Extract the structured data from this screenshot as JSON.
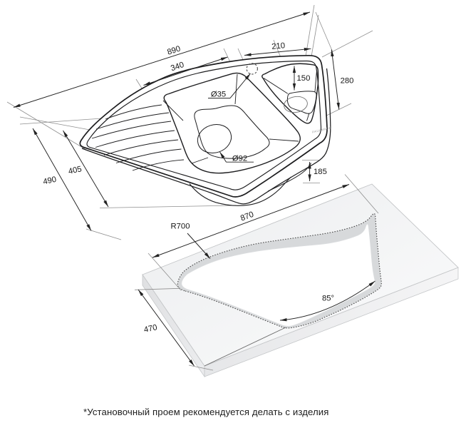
{
  "page": {
    "type": "technical-drawing",
    "background": "#ffffff",
    "footnote": "*Установочный проем рекомендуется делать с изделия"
  },
  "colors": {
    "line": "#1d1d1f",
    "dimension": "#2b2b2b",
    "faint_line": "#9a9a9a",
    "slab_top": "#f2f3f4",
    "slab_side_left": "#e1e2e4",
    "slab_side_right": "#ebecee",
    "cutout_band": "#d7d9db"
  },
  "sink_view": {
    "name": "corner sink perspective view",
    "brand": "PAULMARK",
    "dims": {
      "overall_width": "890",
      "drainboard_width": "340",
      "right_section_width": "210",
      "small_bowl_width": "150",
      "right_edge_depth": "280",
      "overall_depth": "490",
      "inner_depth": "405",
      "bowl_height": "185",
      "tap_hole_diameter": "Ø35",
      "drain_diameter": "Ø92"
    }
  },
  "cutout_view": {
    "name": "countertop installation cutout view",
    "dims": {
      "cutout_width": "870",
      "cutout_radius": "R700",
      "cutout_angle": "85°",
      "cutout_depth": "470"
    }
  }
}
